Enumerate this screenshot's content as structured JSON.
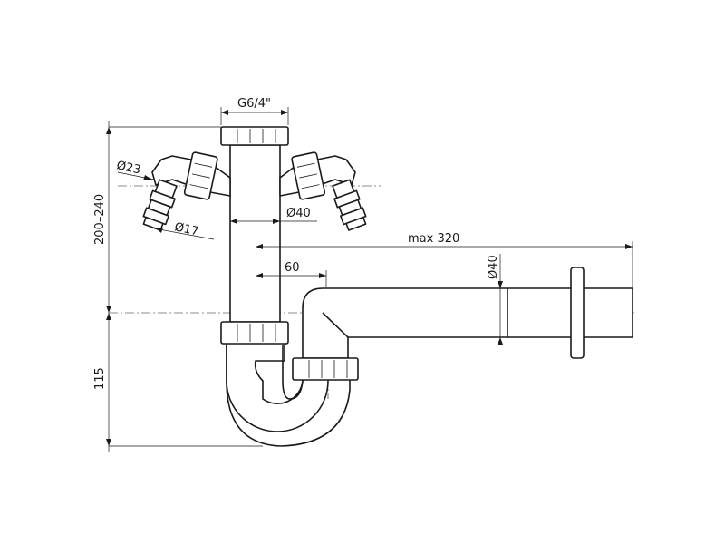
{
  "labels": {
    "thread": "G6/4\"",
    "hose_outer_dia": "Ø23",
    "hose_inner_dia": "Ø17",
    "pipe_dia_vertical": "Ø40",
    "outlet_length": "max 320",
    "pipe_dia_outlet": "Ø40",
    "offset": "60",
    "height_upper": "200–240",
    "height_lower": "115"
  }
}
